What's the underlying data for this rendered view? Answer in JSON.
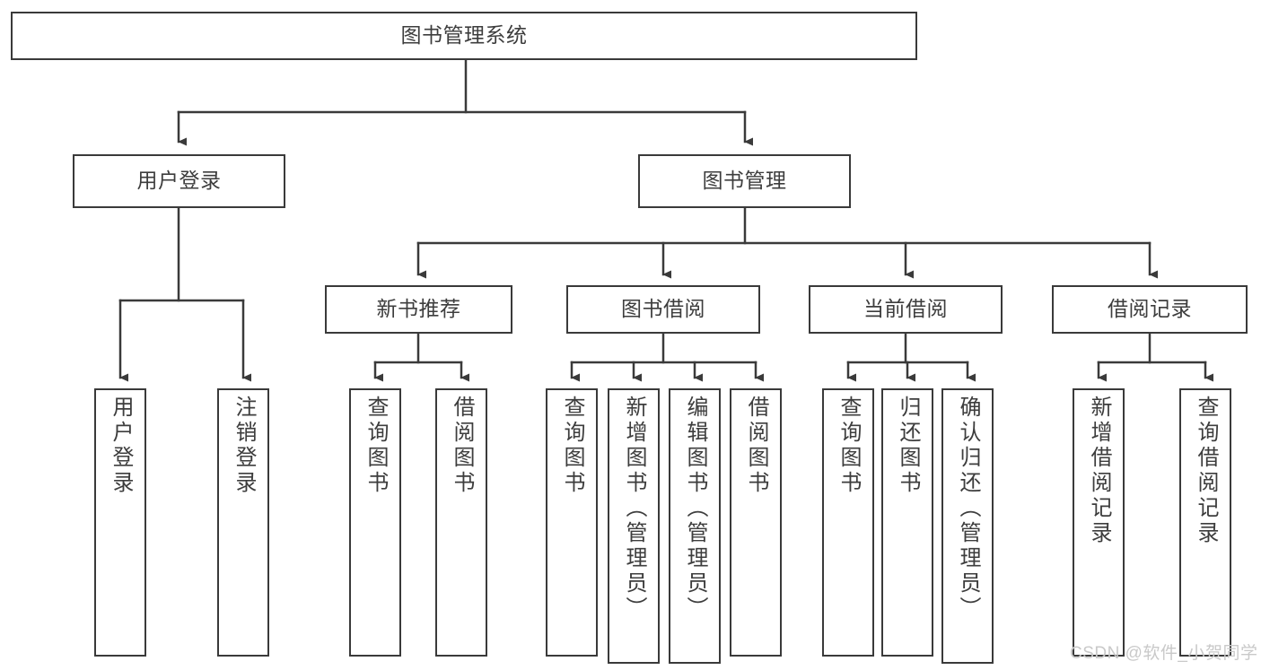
{
  "diagram": {
    "type": "tree-hierarchy-chart",
    "title": "图书管理系统",
    "line_color": "#3a3a3a",
    "box_fill": "#ffffff",
    "text_color": "#3d3d3d",
    "root": {
      "label": "图书管理系统"
    },
    "level2": [
      {
        "label": "用户登录"
      },
      {
        "label": "图书管理"
      }
    ],
    "level3": [
      {
        "label": "新书推荐"
      },
      {
        "label": "图书借阅"
      },
      {
        "label": "当前借阅"
      },
      {
        "label": "借阅记录"
      }
    ],
    "leaves": {
      "user_login": [
        {
          "label": "用户登录"
        },
        {
          "label": "注销登录"
        }
      ],
      "new_book_recommend": [
        {
          "label": "查询图书"
        },
        {
          "label": "借阅图书"
        }
      ],
      "book_borrow": [
        {
          "label": "查询图书"
        },
        {
          "label": "新增图书（管理员）"
        },
        {
          "label": "编辑图书（管理员）"
        },
        {
          "label": "借阅图书"
        }
      ],
      "current_borrow": [
        {
          "label": "查询图书"
        },
        {
          "label": "归还图书"
        },
        {
          "label": "确认归还（管理员）"
        }
      ],
      "borrow_record": [
        {
          "label": "新增借阅记录"
        },
        {
          "label": "查询借阅记录"
        }
      ]
    }
  },
  "watermark": {
    "text": "CSDN @软件_小贺同学"
  }
}
